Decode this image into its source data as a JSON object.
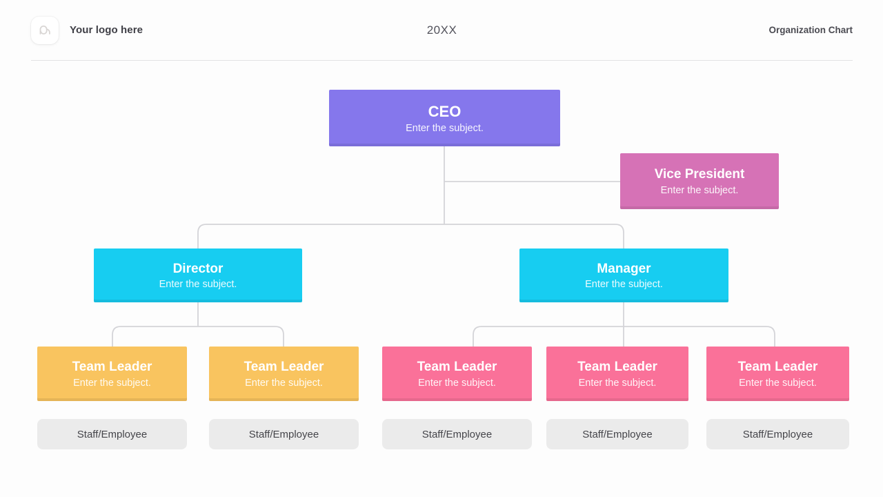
{
  "header": {
    "logo_text": "Your logo here",
    "year": "20XX",
    "title": "Organization Chart"
  },
  "chart": {
    "nodes": {
      "ceo": {
        "title": "CEO",
        "subtitle": "Enter the subject."
      },
      "vice_president": {
        "title": "Vice President",
        "subtitle": "Enter the subject."
      },
      "director": {
        "title": "Director",
        "subtitle": "Enter the subject."
      },
      "manager": {
        "title": "Manager",
        "subtitle": "Enter the subject."
      }
    },
    "team_leaders": [
      {
        "title": "Team Leader",
        "subtitle": "Enter the subject.",
        "color": "#f9c45f"
      },
      {
        "title": "Team Leader",
        "subtitle": "Enter the subject.",
        "color": "#f9c45f"
      },
      {
        "title": "Team Leader",
        "subtitle": "Enter the subject.",
        "color": "#fa7199"
      },
      {
        "title": "Team Leader",
        "subtitle": "Enter the subject.",
        "color": "#fa7199"
      },
      {
        "title": "Team Leader",
        "subtitle": "Enter the subject.",
        "color": "#fa7199"
      }
    ],
    "staff_label": "Staff/Employee",
    "colors": {
      "ceo": "#8577ec",
      "vice_president": "#d672b6",
      "director_manager": "#17cdf1",
      "team_leader_left": "#f9c45f",
      "team_leader_right": "#fa7199",
      "staff_bg": "#ebebeb",
      "connector": "#d4d4d8"
    }
  }
}
